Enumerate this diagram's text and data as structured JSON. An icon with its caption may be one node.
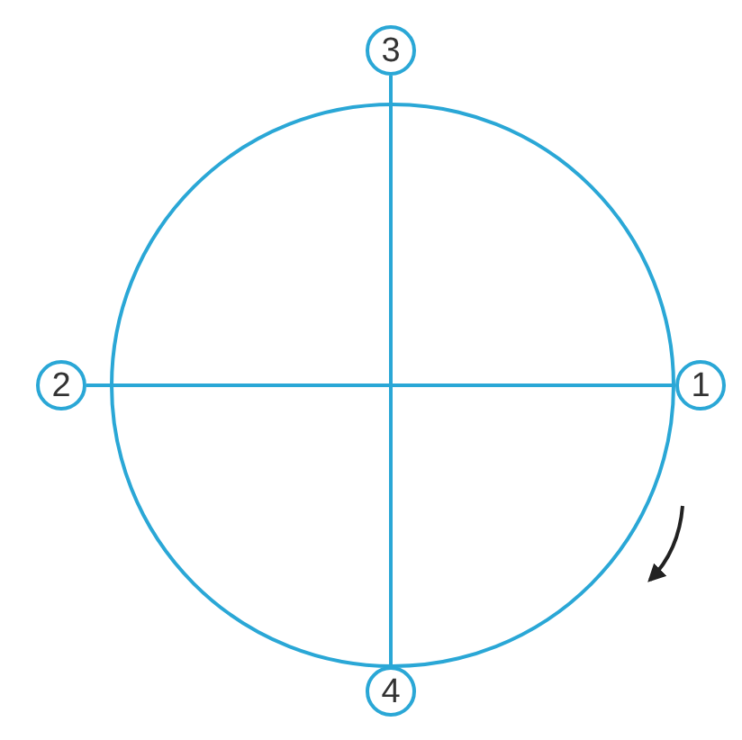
{
  "diagram": {
    "nodes": [
      {
        "text": [
          "3"
        ]
      },
      {
        "text": [
          "2"
        ]
      },
      {
        "text": [
          "1"
        ]
      },
      {
        "text": [
          "4"
        ]
      }
    ],
    "edges": [
      {
        "from": 0,
        "to": 3,
        "arrow": "none"
      },
      {
        "from": 1,
        "to": 2,
        "arrow": "none"
      }
    ]
  }
}
